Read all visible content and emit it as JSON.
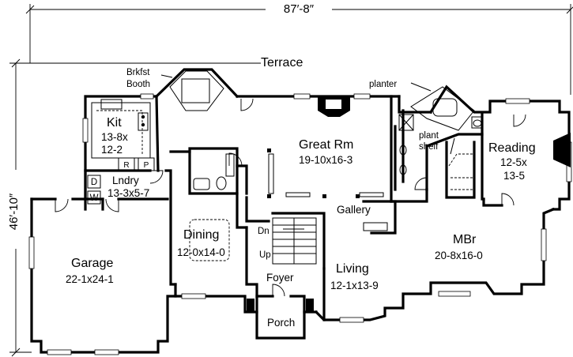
{
  "dimensions": {
    "width": "87′-8″",
    "depth": "46′-10″"
  },
  "rooms": {
    "terrace": {
      "name": "Terrace"
    },
    "brkfst": {
      "line1": "Brkfst",
      "line2": "Booth"
    },
    "kit": {
      "name": "Kit",
      "size1": "13-8x",
      "size2": "12-2"
    },
    "great": {
      "name": "Great Rm",
      "size": "19-10x16-3"
    },
    "reading": {
      "name": "Reading",
      "size1": "12-5x",
      "size2": "13-5"
    },
    "lndry": {
      "name": "Lndry",
      "size": "13-3x5-7"
    },
    "dining": {
      "name": "Dining",
      "size": "12-0x14-0"
    },
    "garage": {
      "name": "Garage",
      "size": "22-1x24-1"
    },
    "mbr": {
      "name": "MBr",
      "size": "20-8x16-0"
    },
    "living": {
      "name": "Living",
      "size": "12-1x13-9"
    },
    "foyer": {
      "name": "Foyer"
    },
    "porch": {
      "name": "Porch"
    },
    "gallery": {
      "name": "Gallery"
    }
  },
  "labels": {
    "planter": "planter",
    "plant_line1": "plant",
    "plant_line2": "shelf",
    "dn": "Dn",
    "up": "Up",
    "d": "D",
    "w": "W",
    "r": "R",
    "p": "P"
  }
}
